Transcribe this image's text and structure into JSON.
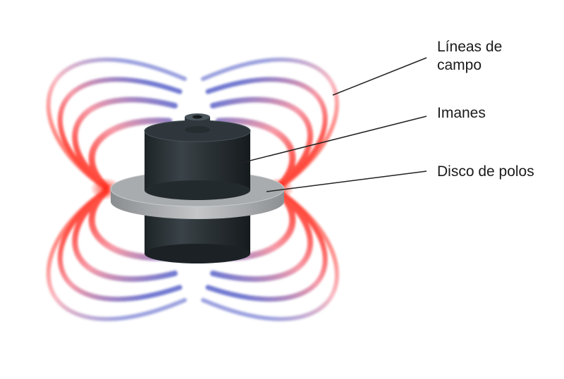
{
  "labels": {
    "field_lines_line1": "Líneas de",
    "field_lines_line2": "campo",
    "magnets": "Imanes",
    "pole_disc": "Disco de polos"
  },
  "colors": {
    "north_pole": "#ff3b30",
    "south_pole": "#5a63c9",
    "magnet_body": "#2c3338",
    "disc": "#9ea1a3",
    "leader_line": "#222222"
  }
}
